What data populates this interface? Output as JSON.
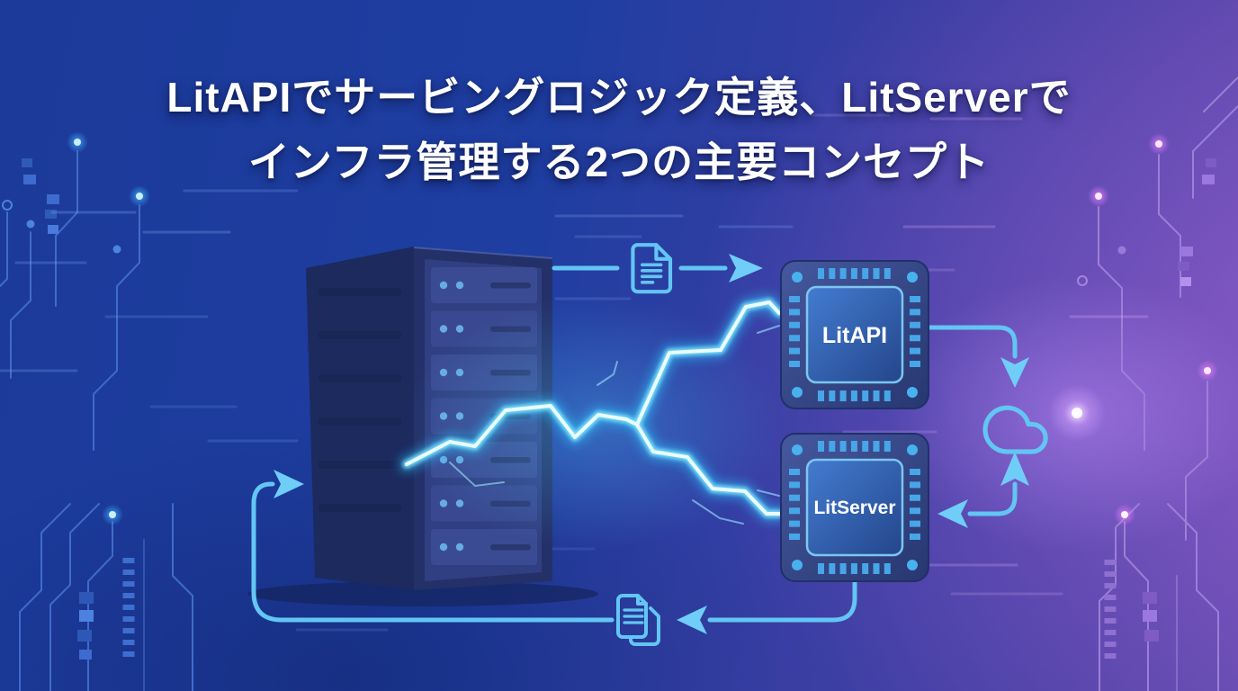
{
  "header": {
    "title_line1": "LitAPIでサービングロジック定義、LitServerで",
    "title_line2": "インフラ管理する2つの主要コンセプト"
  },
  "diagram": {
    "chips": [
      {
        "label": "LitAPI"
      },
      {
        "label": "LitServer"
      }
    ],
    "icons": {
      "server_rack": "server-rack-illustration",
      "request_document": "document-icon",
      "response_documents": "document-copy-icon",
      "cloud": "cloud-icon",
      "lightning": "lightning-bolt-icon",
      "arrows": [
        "arrow-right-to-litapi",
        "arrow-down-to-cloud",
        "arrow-up-to-cloud",
        "arrow-left-to-litserver",
        "arrow-left-to-documents",
        "arrow-right-to-server"
      ]
    }
  },
  "colors": {
    "bg_left_blue": "#1b3a99",
    "bg_right_purple": "#8156b6",
    "accent_cyan": "#63c5f3",
    "lightning_core": "#eafdff",
    "lightning_glow": "#2cc6ff",
    "chip_face": "#2e3f7c",
    "chip_inner_top": "#427bd0",
    "chip_inner_bottom": "#24468b",
    "rack_side": "#1c2a5e",
    "rack_front": "#303f82",
    "title_text": "#ffffff"
  }
}
